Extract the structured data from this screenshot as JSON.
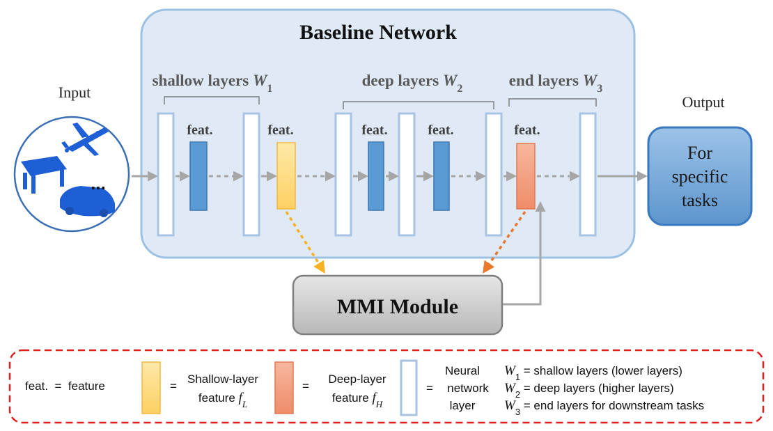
{
  "baseline": {
    "title": "Baseline Network"
  },
  "input": {
    "label": "Input",
    "ellipsis": "..."
  },
  "output": {
    "label": "Output"
  },
  "groups": {
    "shallow": {
      "label": "shallow layers ",
      "sym": "W",
      "sub": "1"
    },
    "deep": {
      "label": "deep layers ",
      "sym": "W",
      "sub": "2"
    },
    "end": {
      "label": "end layers ",
      "sym": "W",
      "sub": "3"
    }
  },
  "feat_label": "feat.",
  "task_box": {
    "line1": "For",
    "line2": "specific",
    "line3": "tasks"
  },
  "mmi": {
    "label": "MMI Module"
  },
  "legend": {
    "feat_def": "feat.  =  feature",
    "eq": "=",
    "shallow_line1": "Shallow-layer",
    "shallow_line2": "feature ",
    "shallow_sym": "f",
    "shallow_sub": "L",
    "deep_line1": "Deep-layer",
    "deep_line2": "feature ",
    "deep_sym": "f",
    "deep_sub": "H",
    "neural_line1": "Neural",
    "neural_line2": "network",
    "neural_line3": "layer",
    "w_defs": [
      {
        "sym": "W",
        "sub": "1",
        "text": " =  shallow layers (lower layers)"
      },
      {
        "sym": "W",
        "sub": "2",
        "text": " =  deep layers (higher layers)"
      },
      {
        "sym": "W",
        "sub": "3",
        "text": " =  end layers for downstream tasks"
      }
    ]
  },
  "colors": {
    "baseline_fill": "#dfeaf6",
    "baseline_stroke": "#9dc1e3",
    "layer_stroke": "#a9c3e3",
    "feat_blue": "#5b9bd5",
    "feat_blue_stroke": "#3c76b0",
    "feat_yellow": "#fedc7d",
    "feat_yellow_stroke": "#f4b942",
    "feat_orange": "#f4a081",
    "feat_orange_stroke": "#e07a55",
    "task_fill": "#6fa4d6",
    "arrow_grey": "#a6a6a6",
    "arrow_yellow": "#f5b324",
    "arrow_orange": "#e8792e",
    "mmi_fill": "#c9c9c9",
    "legend_border": "#e02020"
  }
}
